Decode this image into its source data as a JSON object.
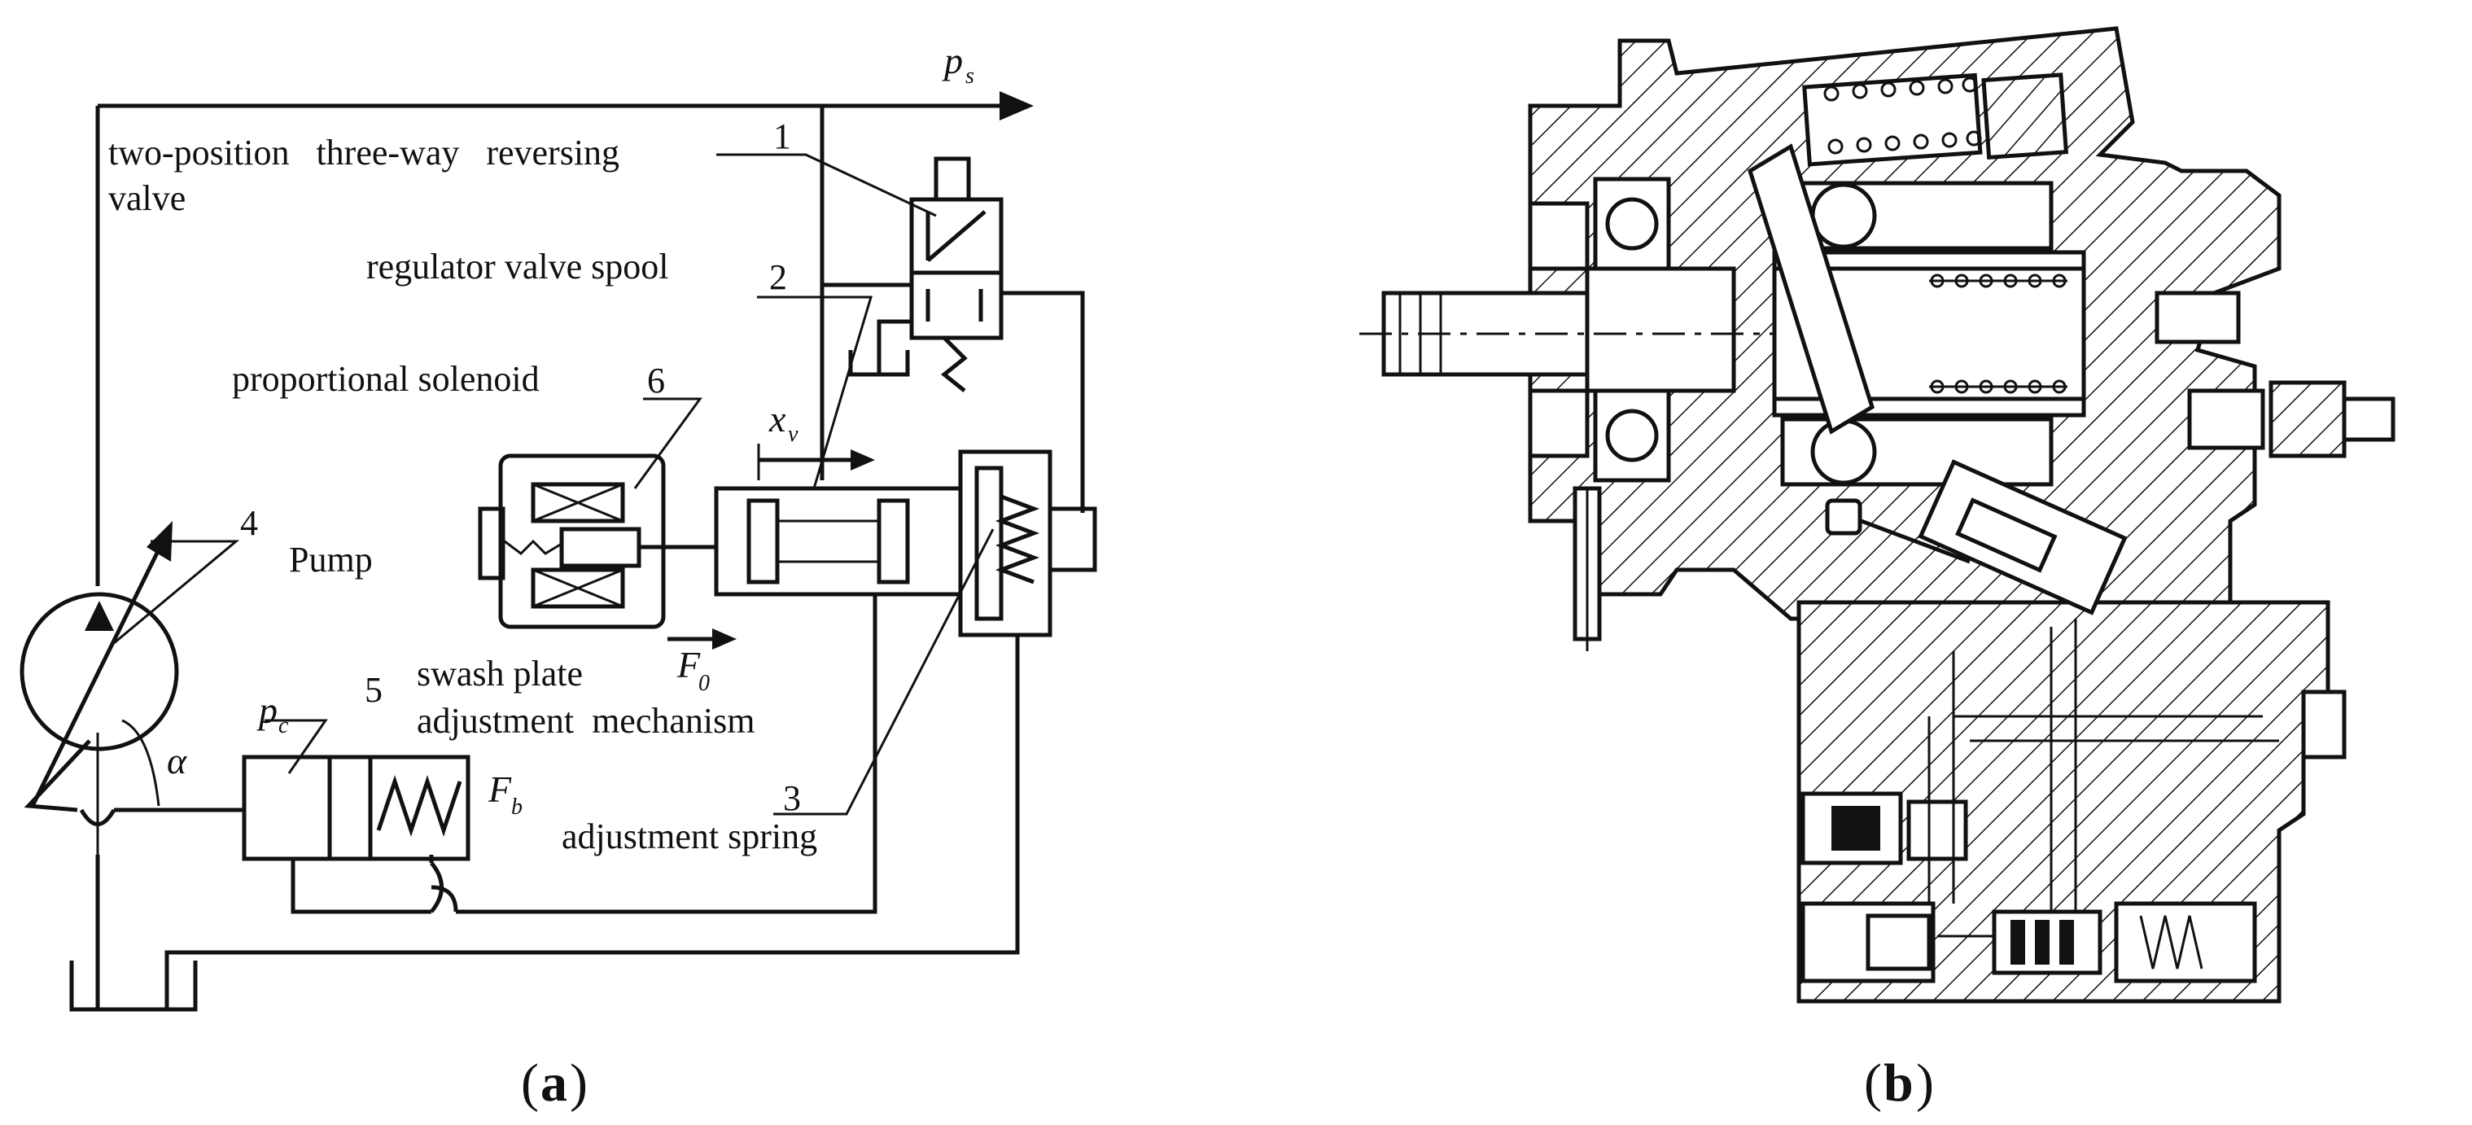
{
  "labels": {
    "two_position_valve_line1": "two-position   three-way   reversing",
    "two_position_valve_line2": "valve",
    "regulator_valve_spool": "regulator valve spool",
    "proportional_solenoid": "proportional solenoid",
    "pump": "Pump",
    "swash_plate_line1": "swash plate",
    "swash_plate_line2": "adjustment  mechanism",
    "adjustment_spring": "adjustment spring"
  },
  "numbers": {
    "n1": "1",
    "n2": "2",
    "n3": "3",
    "n4": "4",
    "n5": "5",
    "n6": "6"
  },
  "symbols": {
    "ps": "p",
    "ps_sub": "s",
    "xv": "x",
    "xv_sub": "v",
    "F0": "F",
    "F0_sub": "0",
    "pc": "p",
    "pc_sub": "c",
    "Fb": "F",
    "Fb_sub": "b",
    "alpha": "α"
  },
  "captions": {
    "a_open": "(",
    "a_letter": "a",
    "a_close": ")",
    "b_open": "(",
    "b_letter": "b",
    "b_close": ")"
  }
}
